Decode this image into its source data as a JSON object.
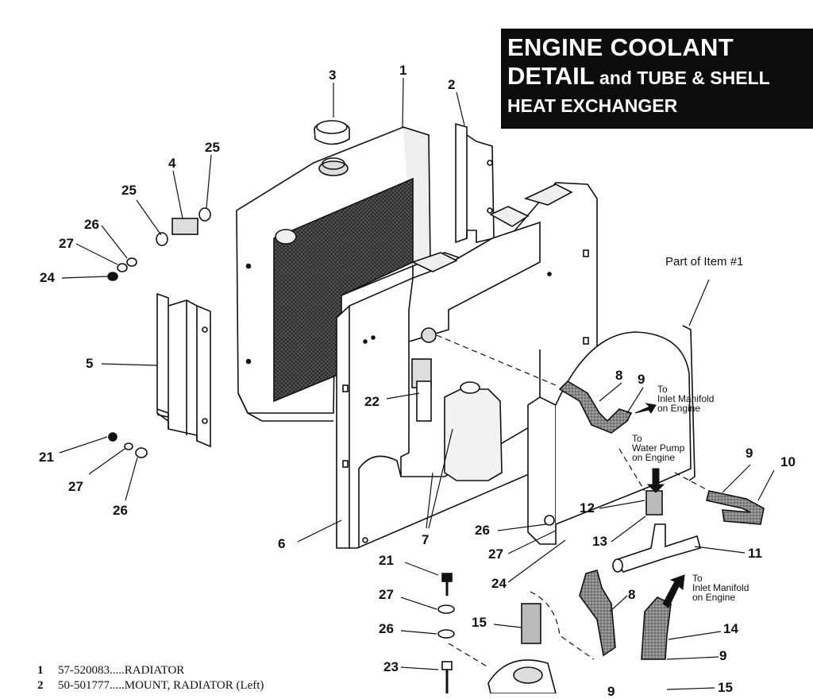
{
  "title": {
    "line1": "ENGINE COOLANT",
    "line2_big": "DETAIL",
    "line2_small": " and TUBE & SHELL",
    "line3": "HEAT EXCHANGER"
  },
  "callouts": {
    "c1": "1",
    "c2": "2",
    "c3": "3",
    "c4": "4",
    "c5": "5",
    "c6": "6",
    "c7": "7",
    "c8a": "8",
    "c8b": "8",
    "c9a": "9",
    "c9b": "9",
    "c9c": "9",
    "c9d": "9",
    "c10": "10",
    "c11": "11",
    "c12": "12",
    "c13": "13",
    "c14": "14",
    "c15a": "15",
    "c15b": "15",
    "c21a": "21",
    "c21b": "21",
    "c22": "22",
    "c23": "23",
    "c24a": "24",
    "c24b": "24",
    "c25a": "25",
    "c25b": "25",
    "c26a": "26",
    "c26b": "26",
    "c26c": "26",
    "c26d": "26",
    "c27a": "27",
    "c27b": "27",
    "c27c": "27",
    "c27d": "27"
  },
  "notes": {
    "part_of_item": "Part of Item #1",
    "inlet_manifold_1": "To\nInlet Manifold\non Engine",
    "water_pump": "To\nWater Pump\non Engine",
    "inlet_manifold_2": "To\nInlet Manifold\non Engine"
  },
  "legend": [
    {
      "num": "1",
      "text": "57-520083.....RADIATOR"
    },
    {
      "num": "2",
      "text": "50-501777.....MOUNT, RADIATOR (Left)"
    }
  ]
}
